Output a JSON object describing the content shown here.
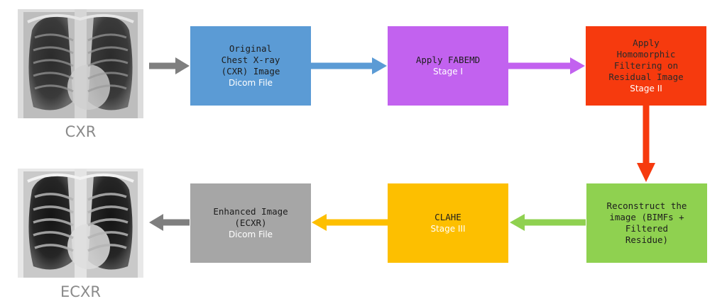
{
  "images": {
    "input_caption": "CXR",
    "output_caption": "ECXR"
  },
  "boxes": {
    "original": {
      "text": "Original\nChest X-ray\n(CXR) Image",
      "sub": "Dicom File",
      "color": "#5b9bd5"
    },
    "fabemd": {
      "text": "Apply FABEMD",
      "sub": "Stage I",
      "color": "#c262ef"
    },
    "homomorphic": {
      "text": "Apply\nHomomorphic\nFiltering on\nResidual Image",
      "sub": "Stage II",
      "color": "#f63a0e"
    },
    "reconstruct": {
      "text": "Reconstruct the\nimage (BIMFs +\nFiltered\nResidue)",
      "sub": "",
      "color": "#8fd150"
    },
    "clahe": {
      "text": "CLAHE",
      "sub": "Stage III",
      "color": "#fdbf00"
    },
    "enhanced": {
      "text": "Enhanced Image\n(ECXR)",
      "sub": "Dicom File",
      "color": "#a6a6a6"
    }
  },
  "arrows": {
    "cxr_to_original": "#7f7f7f",
    "original_to_fabemd": "#5b9bd5",
    "fabemd_to_homomorphic": "#c262ef",
    "homomorphic_to_reconstruct": "#f63a0e",
    "reconstruct_to_clahe": "#8fd150",
    "clahe_to_enhanced": "#fdbf00",
    "enhanced_to_ecxr": "#7f7f7f"
  }
}
